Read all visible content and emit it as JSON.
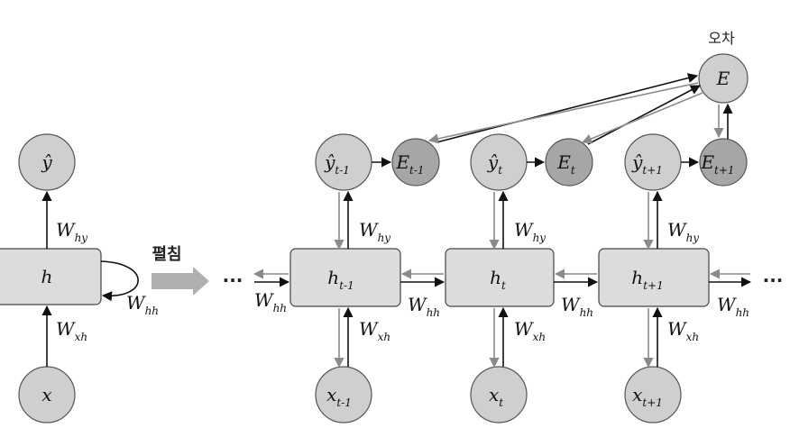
{
  "diagram": {
    "error_label": "오차",
    "unfold_label": "펼침",
    "ellipsis": "···",
    "folded": {
      "output": {
        "main": "ŷ",
        "sub": ""
      },
      "hidden": {
        "main": "h",
        "sub": ""
      },
      "input": {
        "main": "x",
        "sub": ""
      },
      "w_hy": {
        "main": "W",
        "sub": "hy"
      },
      "w_xh": {
        "main": "W",
        "sub": "xh"
      },
      "w_hh": {
        "main": "W",
        "sub": "hh"
      }
    },
    "total_error": {
      "main": "E",
      "sub": ""
    },
    "steps": [
      {
        "output": {
          "main": "ŷ",
          "sub": "t-1"
        },
        "error": {
          "main": "E",
          "sub": "t-1"
        },
        "hidden": {
          "main": "h",
          "sub": "t-1"
        },
        "input": {
          "main": "x",
          "sub": "t-1"
        },
        "w_hy": {
          "main": "W",
          "sub": "hy"
        },
        "w_xh": {
          "main": "W",
          "sub": "xh"
        },
        "w_hh_left": {
          "main": "W",
          "sub": "hh"
        }
      },
      {
        "output": {
          "main": "ŷ",
          "sub": "t"
        },
        "error": {
          "main": "E",
          "sub": "t"
        },
        "hidden": {
          "main": "h",
          "sub": "t"
        },
        "input": {
          "main": "x",
          "sub": "t"
        },
        "w_hy": {
          "main": "W",
          "sub": "hy"
        },
        "w_xh": {
          "main": "W",
          "sub": "xh"
        },
        "w_hh_left": {
          "main": "W",
          "sub": "hh"
        }
      },
      {
        "output": {
          "main": "ŷ",
          "sub": "t+1"
        },
        "error": {
          "main": "E",
          "sub": "t+1"
        },
        "hidden": {
          "main": "h",
          "sub": "t+1"
        },
        "input": {
          "main": "x",
          "sub": "t+1"
        },
        "w_hy": {
          "main": "W",
          "sub": "hy"
        },
        "w_xh": {
          "main": "W",
          "sub": "xh"
        },
        "w_hh_left": {
          "main": "W",
          "sub": "hh"
        }
      }
    ],
    "w_hh_right": {
      "main": "W",
      "sub": "hh"
    },
    "colors": {
      "node_fill": "#cfcfcf",
      "error_fill": "#a6a6a6",
      "box_fill": "#dcdcdc",
      "forward_arrow": "#111111",
      "backward_arrow": "#8a8a8a",
      "unfold_arrow": "#b0b0b0"
    }
  }
}
